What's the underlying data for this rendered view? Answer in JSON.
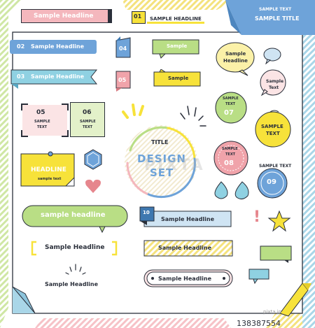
{
  "colors": {
    "pink": "#f4b7bd",
    "pink_light": "#fbe4e5",
    "blue": "#6ea3d9",
    "blue_light": "#cfe4f3",
    "teal": "#8fd1e2",
    "yellow": "#f7e23a",
    "yellow_light": "#fbf1a8",
    "green": "#b9de85",
    "green_light": "#e3f1c9",
    "ink": "#2a2f3a",
    "salmon": "#e6868d"
  },
  "items": {
    "headline_pink": "Sample Headline",
    "tag_01_number": "01",
    "tag_01_text": "SAMPLE HEADLINE",
    "corner_small": "SAMPLE TEXT",
    "corner_title": "SAMPLE TITLE",
    "ribbon_02_number": "02",
    "ribbon_02_text": "Sample Headline",
    "ribbon_03_number": "03",
    "ribbon_03_text": "Sample Headline",
    "flag_04": "04",
    "flag_05": "05",
    "speech_green": "Sample",
    "speech_yellow": "Sample",
    "bubble_yellow_1": "Sample",
    "bubble_yellow_2": "Headline",
    "bubble_pink_1": "Sample",
    "bubble_pink_2": "Text",
    "frame_05_number": "05",
    "frame_05_line1": "SAMPLE",
    "frame_05_line2": "TEXT",
    "frame_06_number": "06",
    "frame_06_line1": "SAMPLE",
    "frame_06_line2": "TEXT",
    "center_small": "TITLE",
    "center_line1": "DESIGN",
    "center_line2": "SET",
    "watermark": "PIXTA",
    "circle_07_line1": "SAMPLE",
    "circle_07_line2": "TEXT",
    "circle_07_number": "07",
    "circle_yellow_line1": "SAMPLE",
    "circle_yellow_line2": "TEXT",
    "circle_08_line1": "SAMPLE",
    "circle_08_line2": "TEXT",
    "circle_08_number": "08",
    "circle_09_arc": "SAMPLE TEXT",
    "circle_09_number": "09",
    "headline_yellow_box": "HEADLINE",
    "headline_yellow_sub": "sample text",
    "pill_green": "sample headline",
    "tag_10_number": "10",
    "tag_10_text": "Sample Headline",
    "bracket_text": "Sample Headline",
    "striped_yellow": "Sample Headline",
    "rays_text": "Sample Headline",
    "rounded_plate": "Sample Headline",
    "exclamation": "!",
    "stock_number": "138387554",
    "stock_site": "pixta.jp"
  }
}
